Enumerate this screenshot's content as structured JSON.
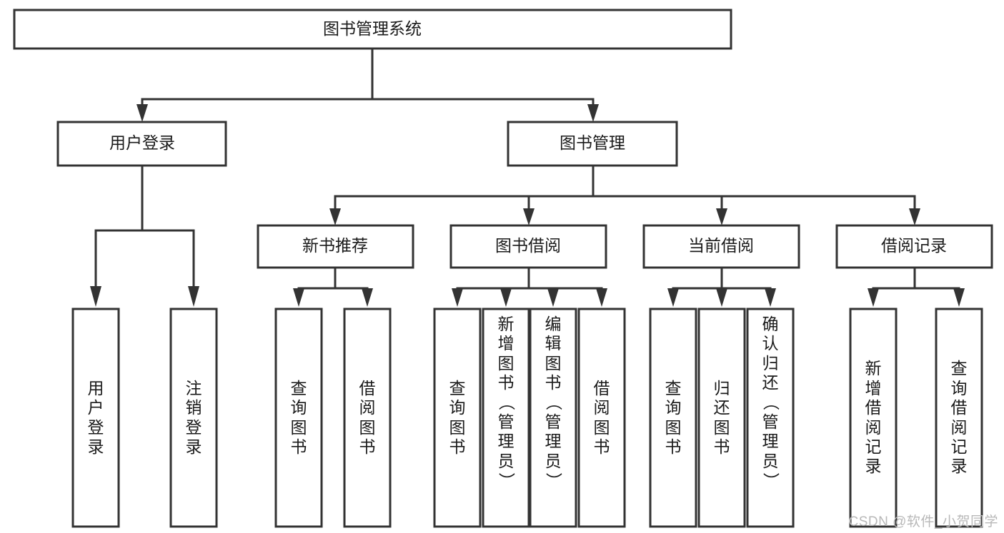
{
  "diagram": {
    "type": "tree-hierarchy",
    "title": "图书管理系统",
    "orientation": "top-down",
    "root": {
      "label": "图书管理系统",
      "children": [
        {
          "label": "用户登录",
          "children": [
            {
              "label": "用户登录",
              "chars": [
                "用",
                "户",
                "登",
                "录"
              ]
            },
            {
              "label": "注销登录",
              "chars": [
                "注",
                "销",
                "登",
                "录"
              ]
            }
          ]
        },
        {
          "label": "图书管理",
          "children": [
            {
              "label": "新书推荐",
              "children": [
                {
                  "label": "查询图书",
                  "chars": [
                    "查",
                    "询",
                    "图",
                    "书"
                  ]
                },
                {
                  "label": "借阅图书",
                  "chars": [
                    "借",
                    "阅",
                    "图",
                    "书"
                  ]
                }
              ]
            },
            {
              "label": "图书借阅",
              "children": [
                {
                  "label": "查询图书",
                  "chars": [
                    "查",
                    "询",
                    "图",
                    "书"
                  ]
                },
                {
                  "label": "新增图书（管理员）",
                  "chars": [
                    "新",
                    "增",
                    "图",
                    "书",
                    "（",
                    "管",
                    "理",
                    "员",
                    "）"
                  ]
                },
                {
                  "label": "编辑图书（管理员）",
                  "chars": [
                    "编",
                    "辑",
                    "图",
                    "书",
                    "（",
                    "管",
                    "理",
                    "员",
                    "）"
                  ]
                },
                {
                  "label": "借阅图书",
                  "chars": [
                    "借",
                    "阅",
                    "图",
                    "书"
                  ]
                }
              ]
            },
            {
              "label": "当前借阅",
              "children": [
                {
                  "label": "查询图书",
                  "chars": [
                    "查",
                    "询",
                    "图",
                    "书"
                  ]
                },
                {
                  "label": "归还图书",
                  "chars": [
                    "归",
                    "还",
                    "图",
                    "书"
                  ]
                },
                {
                  "label": "确认归还（管理员）",
                  "chars": [
                    "确",
                    "认",
                    "归",
                    "还",
                    "（",
                    "管",
                    "理",
                    "员",
                    "）"
                  ]
                }
              ]
            },
            {
              "label": "借阅记录",
              "children": [
                {
                  "label": "新增借阅记录",
                  "chars": [
                    "新",
                    "增",
                    "借",
                    "阅",
                    "记",
                    "录"
                  ]
                },
                {
                  "label": "查询借阅记录",
                  "chars": [
                    "查",
                    "询",
                    "借",
                    "阅",
                    "记",
                    "录"
                  ]
                }
              ]
            }
          ]
        }
      ]
    }
  },
  "nodes": {
    "root": {
      "label": "图书管理系统"
    },
    "l1": [
      {
        "label": "用户登录"
      },
      {
        "label": "图书管理"
      }
    ],
    "l2": [
      {
        "label": "新书推荐"
      },
      {
        "label": "图书借阅"
      },
      {
        "label": "当前借阅"
      },
      {
        "label": "借阅记录"
      }
    ],
    "leaves": [
      {
        "label": "用户登录",
        "chars": [
          "用",
          "户",
          "登",
          "录"
        ]
      },
      {
        "label": "注销登录",
        "chars": [
          "注",
          "销",
          "登",
          "录"
        ]
      },
      {
        "label": "查询图书",
        "chars": [
          "查",
          "询",
          "图",
          "书"
        ]
      },
      {
        "label": "借阅图书",
        "chars": [
          "借",
          "阅",
          "图",
          "书"
        ]
      },
      {
        "label": "查询图书",
        "chars": [
          "查",
          "询",
          "图",
          "书"
        ]
      },
      {
        "label": "新增图书（管理员）",
        "chars": [
          "新",
          "增",
          "图",
          "书",
          "（",
          "管",
          "理",
          "员",
          "）"
        ]
      },
      {
        "label": "编辑图书（管理员）",
        "chars": [
          "编",
          "辑",
          "图",
          "书",
          "（",
          "管",
          "理",
          "员",
          "）"
        ]
      },
      {
        "label": "借阅图书",
        "chars": [
          "借",
          "阅",
          "图",
          "书"
        ]
      },
      {
        "label": "查询图书",
        "chars": [
          "查",
          "询",
          "图",
          "书"
        ]
      },
      {
        "label": "归还图书",
        "chars": [
          "归",
          "还",
          "图",
          "书"
        ]
      },
      {
        "label": "确认归还（管理员）",
        "chars": [
          "确",
          "认",
          "归",
          "还",
          "（",
          "管",
          "理",
          "员",
          "）"
        ]
      },
      {
        "label": "新增借阅记录",
        "chars": [
          "新",
          "增",
          "借",
          "阅",
          "记",
          "录"
        ]
      },
      {
        "label": "查询借阅记录",
        "chars": [
          "查",
          "询",
          "借",
          "阅",
          "记",
          "录"
        ]
      }
    ]
  },
  "watermark": {
    "text": "CSDN @软件_小贺同学"
  },
  "colors": {
    "stroke": "#333333",
    "box_fill": "#ffffff",
    "text": "#1a1a1a",
    "watermark": "#b8b8b8",
    "background": "#ffffff"
  }
}
